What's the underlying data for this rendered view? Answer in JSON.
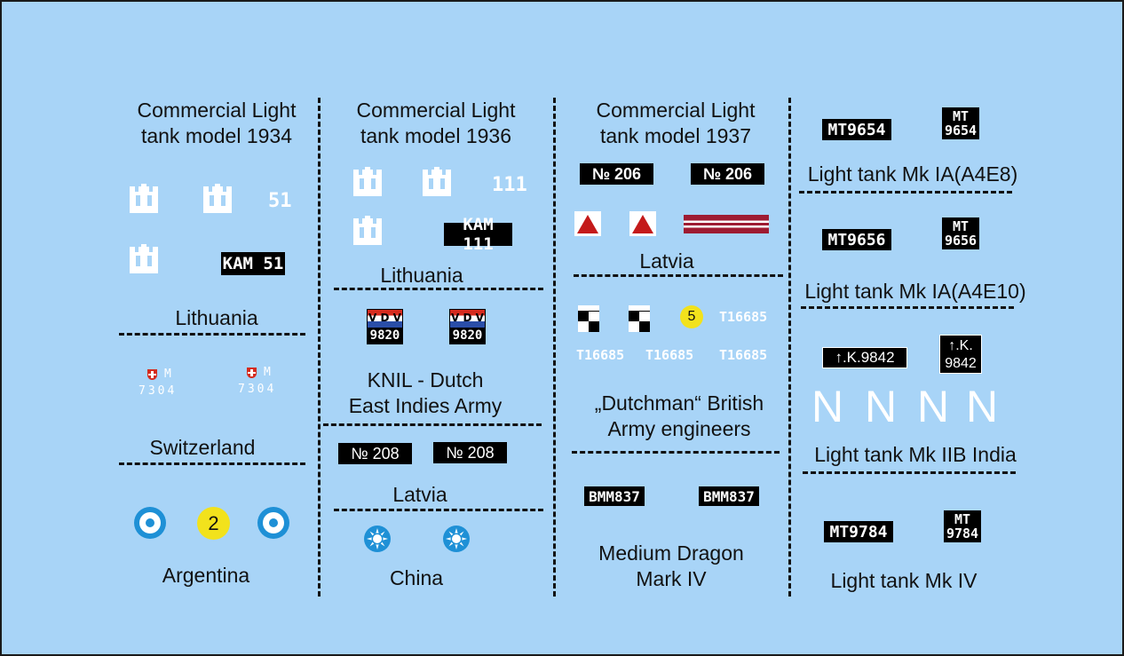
{
  "col1": {
    "title_line1": "Commercial Light",
    "title_line2": "tank model 1934",
    "number_51": "51",
    "plate_kam51": "KAM 51",
    "lithuania": "Lithuania",
    "swiss_m": "M",
    "swiss_num": "7304",
    "switzerland": "Switzerland",
    "argentina_num": "2",
    "argentina": "Argentina"
  },
  "col2": {
    "title_line1": "Commercial Light",
    "title_line2": "tank model 1936",
    "number_111": "111",
    "plate_kam111": "KAM 111",
    "lithuania": "Lithuania",
    "knil_letters": "V D V",
    "knil_num": "9820",
    "knil_line1": "KNIL - Dutch",
    "knil_line2": "East Indies Army",
    "no208": "№ 208",
    "latvia": "Latvia",
    "china": "China"
  },
  "col3": {
    "title_line1": "Commercial Light",
    "title_line2": "tank model 1937",
    "no206": "№ 206",
    "latvia": "Latvia",
    "yellow_num": "5",
    "t_number": "T16685",
    "dutchman_line1": "„Dutchman“ British",
    "dutchman_line2": "Army engineers",
    "plate_bmm": "BMM837",
    "dragon_line1": "Medium Dragon",
    "dragon_line2": "Mark IV"
  },
  "col4": {
    "plate_mt9654": "MT9654",
    "mt_top": "MT",
    "mt9654_bottom": "9654",
    "mk1a_a4e8": "Light tank Mk IA(A4E8)",
    "plate_mt9656": "MT9656",
    "mt9656_bottom": "9656",
    "mk1a_a4e10": "Light tank Mk IA(A4E10)",
    "plate_k9842": "↑.K.9842",
    "k_top": "↑.K.",
    "k_bottom": "9842",
    "n_letter": "N",
    "mk2b_india": "Light tank Mk IIB India",
    "plate_mt9784": "MT9784",
    "mt9784_bottom": "9784",
    "mk4": "Light tank Mk IV"
  },
  "colors": {
    "background": "#a8d4f7",
    "latvia_red": "#9e1b32",
    "roundel_blue": "#1e90d6",
    "argentina_yellow": "#f2e21c",
    "swiss_red": "#d52b1e"
  }
}
